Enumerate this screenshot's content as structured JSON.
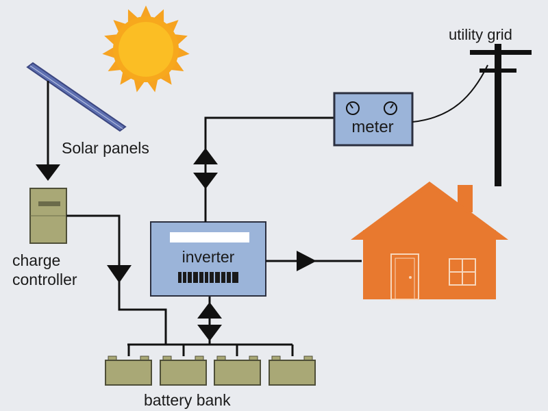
{
  "labels": {
    "solar_panels": "Solar panels",
    "charge_controller_line1": "charge",
    "charge_controller_line2": "controller",
    "inverter": "inverter",
    "meter": "meter",
    "battery_bank": "battery bank",
    "utility_grid": "utility grid"
  },
  "colors": {
    "background": "#e9ebef",
    "wire": "#111111",
    "sun_rays": "#f6a321",
    "sun_core": "#f9b21a",
    "panel": "#5d6fb0",
    "box_fill": "#9bb4d9",
    "box_border": "#2b2f3f",
    "controller": "#a9a876",
    "battery": "#a9a876",
    "house": "#e8792f"
  },
  "icons": [
    "sun-icon",
    "solar-panel-icon",
    "charge-controller-icon",
    "inverter-box-icon",
    "meter-box-icon",
    "utility-pole-icon",
    "house-icon",
    "battery-icon"
  ]
}
